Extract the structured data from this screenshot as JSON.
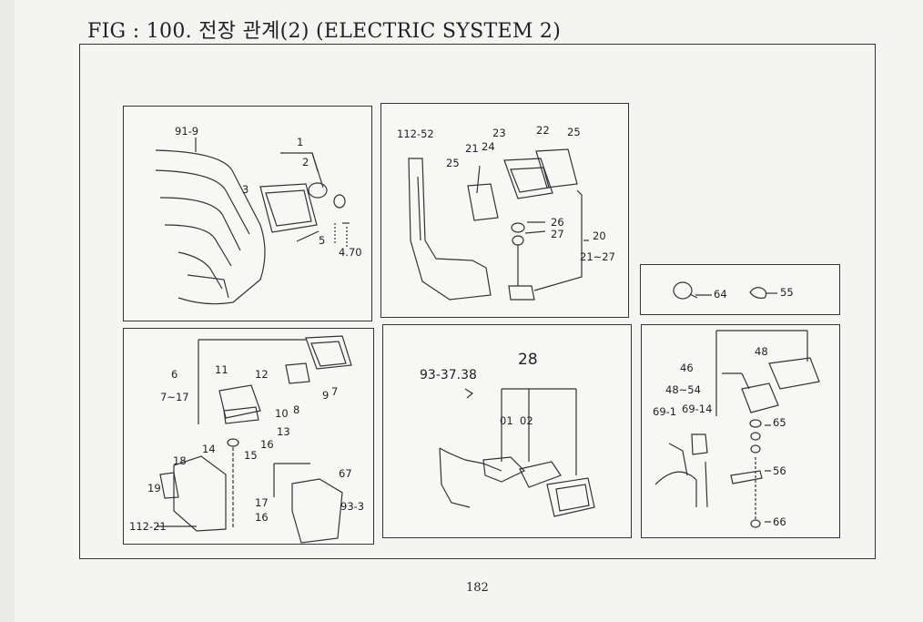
{
  "document": {
    "title": "FIG : 100. 전장 관계(2) (ELECTRIC SYSTEM 2)",
    "page_number": "182"
  },
  "panels": {
    "headlamp": {
      "labels": [
        "91-9",
        "1",
        "2",
        "3",
        "5",
        "4.70"
      ]
    },
    "side_lamp": {
      "labels": [
        "112-52",
        "23",
        "22",
        "25",
        "21",
        "24",
        "25",
        "26",
        "27",
        "20",
        "21~27"
      ]
    },
    "small_parts": {
      "labels": [
        "64",
        "55"
      ]
    },
    "front_lamp": {
      "labels": [
        "6",
        "7~17",
        "11",
        "12",
        "10",
        "8",
        "9",
        "7",
        "13",
        "14",
        "16",
        "15",
        "18",
        "19",
        "17",
        "16",
        "112-21",
        "67",
        "93-3"
      ]
    },
    "harness": {
      "labels": [
        "28",
        "93-37.38",
        "01",
        "02"
      ]
    },
    "rear_lamp": {
      "labels": [
        "46",
        "48",
        "48~54",
        "69-1",
        "69-14",
        "65",
        "56",
        "66"
      ]
    }
  }
}
